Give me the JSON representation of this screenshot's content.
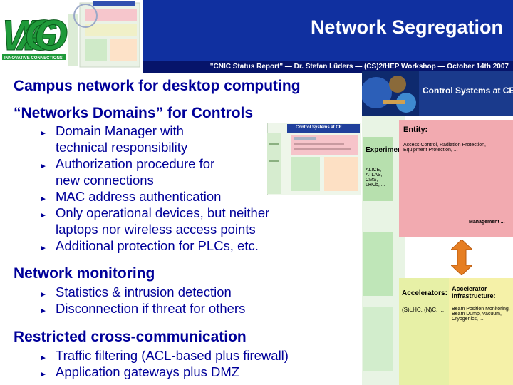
{
  "header": {
    "title": "Network Segregation",
    "subtitle": "\"CNIC Status Report\" — Dr. Stefan Lüders — (CS)2/HEP Workshop — October 14th 2007",
    "logo_text": "WAGO",
    "logo_tagline": "INNOVATIVE CONNECTIONS"
  },
  "sections": [
    {
      "heading": "Campus network for desktop computing",
      "bullets": []
    },
    {
      "heading": "“Networks Domains” for Controls",
      "bullets": [
        "Domain Manager with technical responsibility",
        "Authorization procedure for new connections",
        "MAC address authentication",
        "Only operational devices, but neither laptops nor wireless access points",
        "Additional protection for PLCs, etc."
      ]
    },
    {
      "heading": "Network monitoring",
      "bullets": [
        "Statistics & intrusion detection",
        "Disconnection if threat for others"
      ]
    },
    {
      "heading": "Restricted cross-communication",
      "bullets": [
        "Traffic filtering (ACL-based plus firewall)",
        "Application gateways plus DMZ"
      ]
    }
  ],
  "figure": {
    "banner_title": "Control Systems at CERN",
    "mini_banner_title": "Control Systems at CE",
    "experiment_label": "Experiment",
    "entity_label": "Entity:",
    "accelerators_label": "Accelerators:",
    "infrastructure_label": "Accelerator Infrastructure:",
    "experiment_list": "ALICE, ATLAS, CMS, LHCb, ...",
    "accelerator_list": "(S)LHC, (N)C, ...",
    "entity_details": "Access Control, Radiation Protection, Equipment Protection, ...",
    "infrastructure_details": "Beam Position Monitoring, Beam Dump, Vacuum, Cryogenics, ...",
    "management_label": "Management ...",
    "arrow_color": "#e67e22",
    "panel_color": "#f2aab0",
    "experiment_color": "#c6eac0",
    "accelerator_color": "#f5f1a8"
  },
  "colors": {
    "title_bar": "#1030a0",
    "subtitle_bar": "#06146a",
    "text": "#000099"
  }
}
